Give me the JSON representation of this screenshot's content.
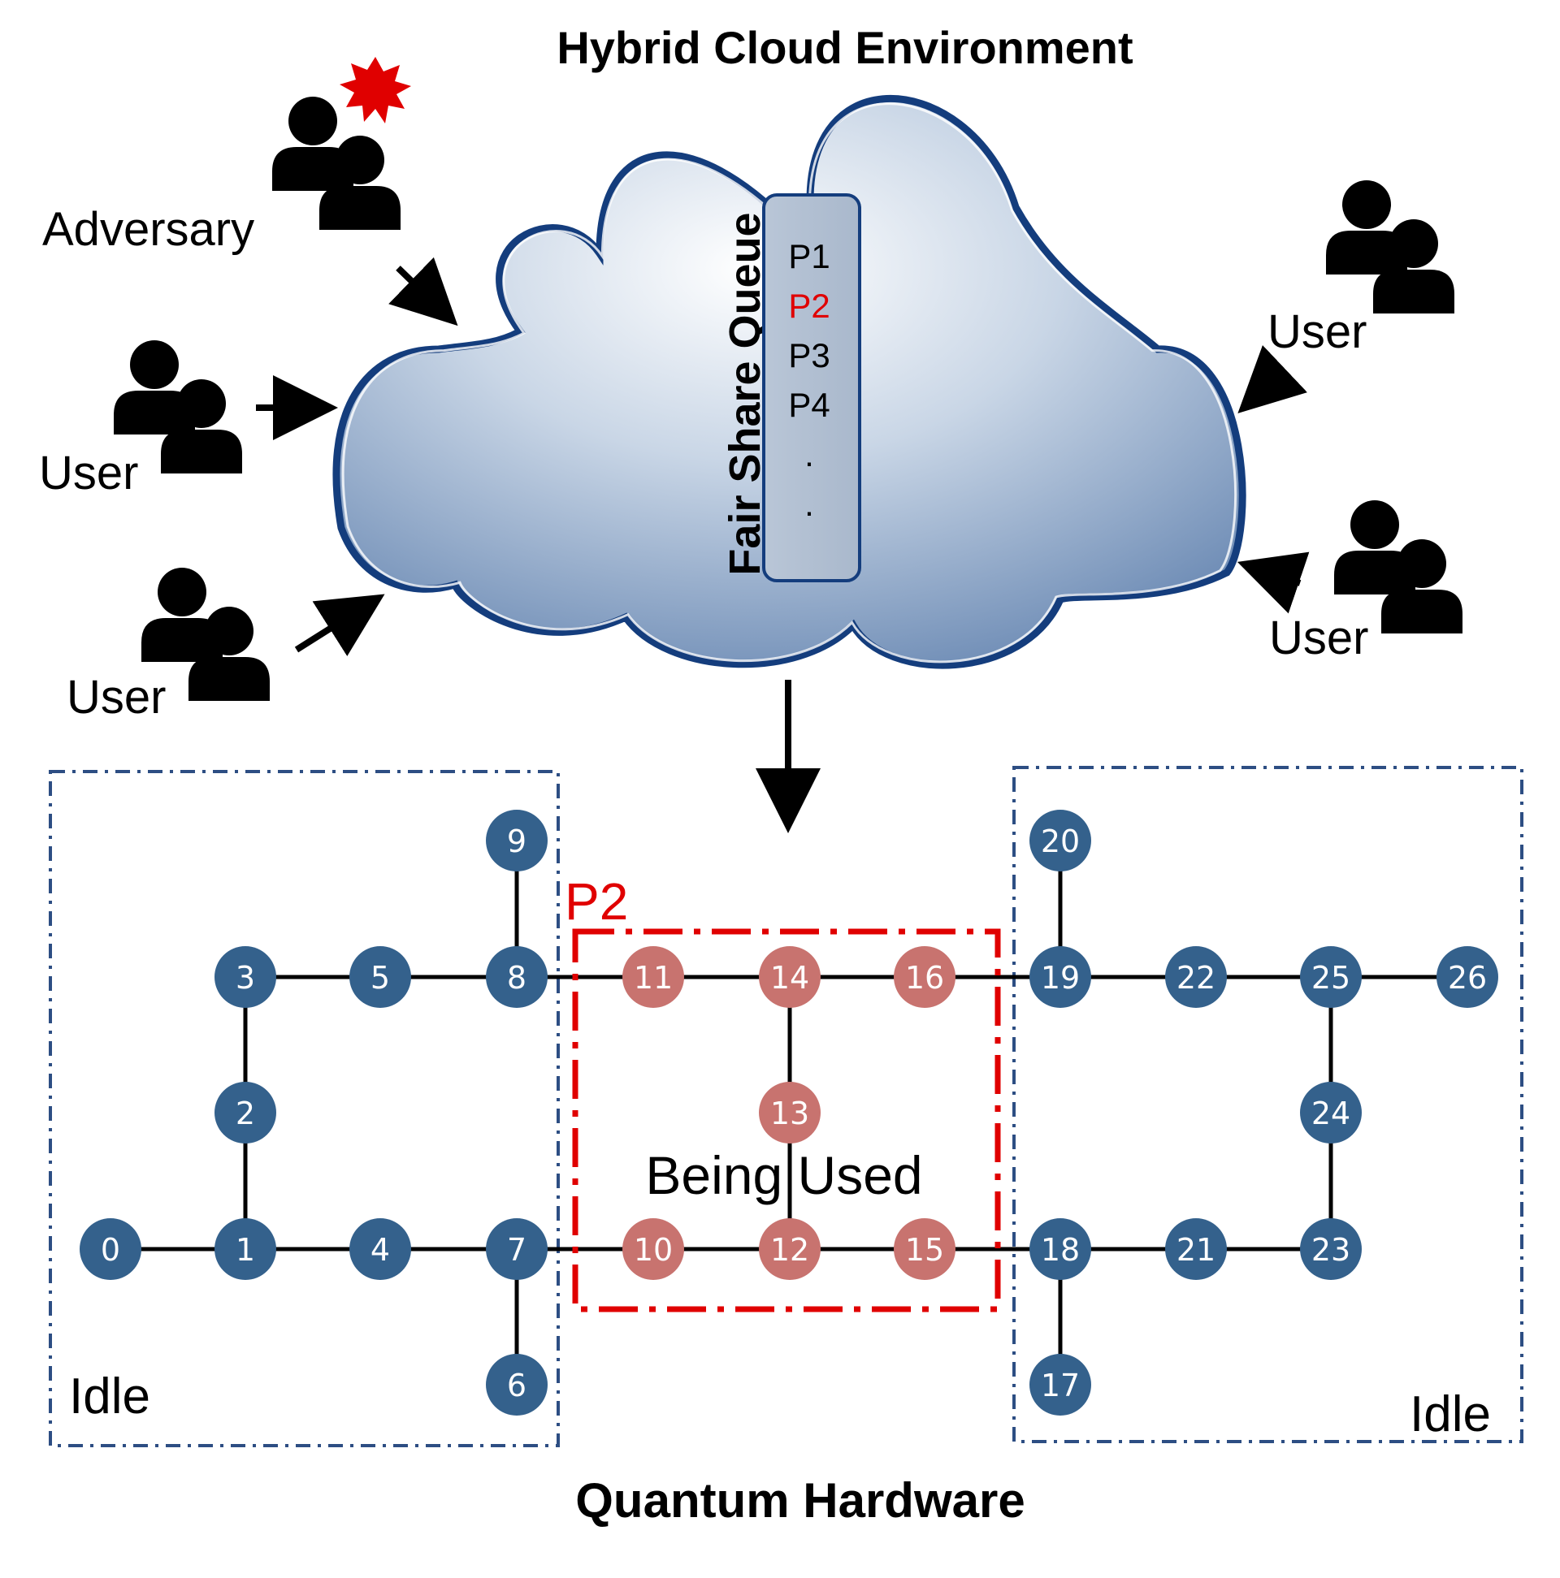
{
  "title": "Hybrid Cloud Environment",
  "footer_title": "Quantum Hardware",
  "queue": {
    "label": "Fair Share Queue",
    "items": [
      {
        "text": "P1",
        "highlight": false
      },
      {
        "text": "P2",
        "highlight": true
      },
      {
        "text": "P3",
        "highlight": false
      },
      {
        "text": "P4",
        "highlight": false
      },
      {
        "text": ".",
        "highlight": false
      },
      {
        "text": ".",
        "highlight": false
      }
    ]
  },
  "actors": {
    "adversary": "Adversary",
    "user_left_mid": "User",
    "user_left_bottom": "User",
    "user_right_top": "User",
    "user_right_bottom": "User"
  },
  "regions": {
    "idle_left": "Idle",
    "idle_right": "Idle",
    "used_program": "P2",
    "used": "Being Used"
  },
  "colors": {
    "idle_node": "#34618c",
    "used_node": "#c8736f",
    "highlight": "#e00000",
    "idle_box": "#2d4e83"
  },
  "qubits": {
    "idle_left": [
      "0",
      "1",
      "2",
      "3",
      "4",
      "5",
      "6",
      "7",
      "8",
      "9"
    ],
    "used": [
      "10",
      "11",
      "12",
      "13",
      "14",
      "15",
      "16"
    ],
    "idle_right": [
      "17",
      "18",
      "19",
      "20",
      "21",
      "22",
      "23",
      "24",
      "25",
      "26"
    ]
  }
}
